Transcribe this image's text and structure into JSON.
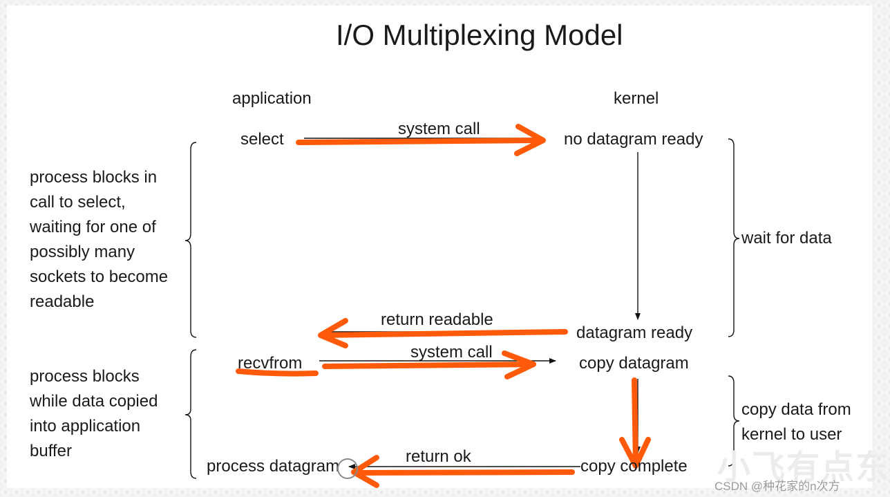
{
  "title": "I/O Multiplexing Model",
  "headers": {
    "application": "application",
    "kernel": "kernel"
  },
  "app_steps": {
    "select": "select",
    "recvfrom": "recvfrom",
    "process_datagram": "process datagram"
  },
  "kernel_steps": {
    "no_datagram_ready": "no datagram ready",
    "datagram_ready": "datagram ready",
    "copy_datagram": "copy datagram",
    "copy_complete": "copy complete"
  },
  "arrow_labels": {
    "system_call_1": "system call",
    "return_readable": "return readable",
    "system_call_2": "system call",
    "return_ok": "return ok"
  },
  "left_annotations": {
    "select_block": "process blocks in\ncall to select,\nwaiting for one of\npossibly many\nsockets to become\nreadable",
    "copy_block": "process blocks\nwhile data copied\ninto application\nbuffer"
  },
  "right_annotations": {
    "wait": "wait for data",
    "copy": "copy data from\nkernel to user"
  },
  "watermark": {
    "csdn": "CSDN @种花家的n次方",
    "logo": "小飞有点东"
  },
  "colors": {
    "annotation": "#ff5a0a",
    "line": "#111111",
    "text": "#1a1a1a"
  }
}
